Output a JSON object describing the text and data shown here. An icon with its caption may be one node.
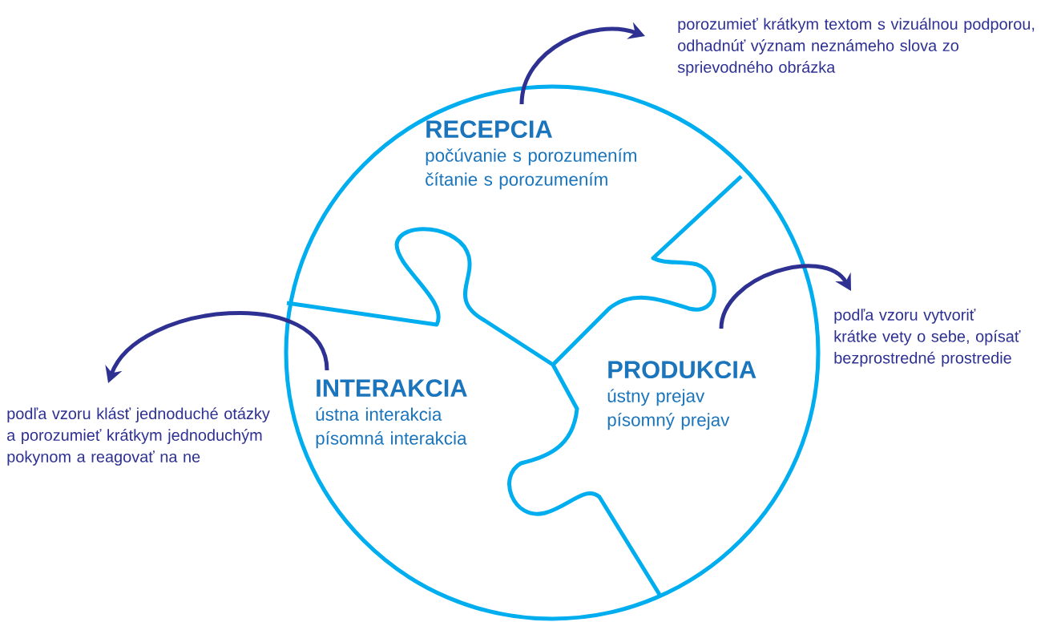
{
  "diagram": {
    "nodes": [
      {
        "text": [
          "RECEPCIA",
          "počúvanie s porozumením",
          "čítanie s porozumením"
        ]
      },
      {
        "text": [
          "porozumieť krátkym textom s vizuálnou podporou, odhadnúť význam neznámeho slova zo sprievodného obrázka"
        ]
      },
      {
        "text": [
          "PRODUKCIA",
          "ústny prejav",
          "písomný prejav"
        ]
      },
      {
        "text": [
          "podľa vzoru vytvoriť krátke vety o sebe, opísať bezprostredné prostredie"
        ]
      },
      {
        "text": [
          "INTERAKCIA",
          "ústna interakcia",
          "písomná interakcia"
        ]
      },
      {
        "text": [
          "podľa vzoru klásť jednoduché otázky a porozumieť krátkym jednoduchým pokynom a reagovať na ne"
        ]
      }
    ],
    "edges": [
      {
        "from": 0,
        "to": 1,
        "arrow": "to"
      },
      {
        "from": 2,
        "to": 3,
        "arrow": "to"
      },
      {
        "from": 4,
        "to": 5,
        "arrow": "to"
      }
    ]
  }
}
